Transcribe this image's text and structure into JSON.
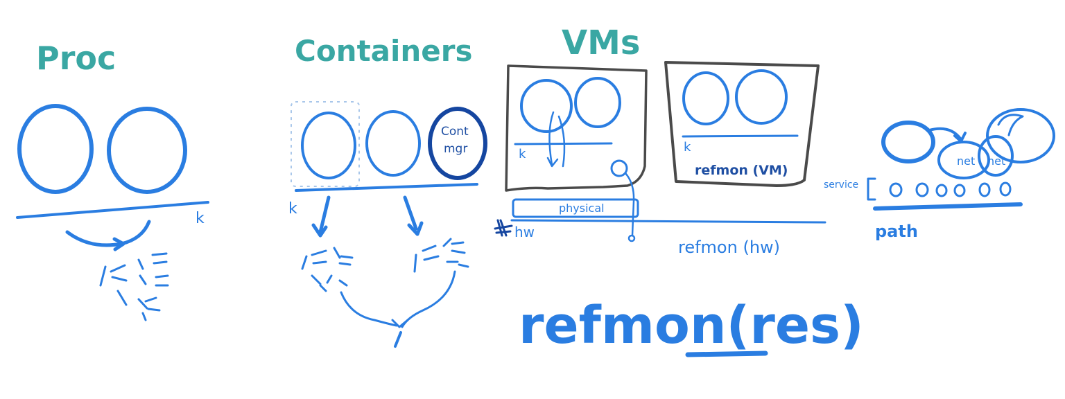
{
  "titles": {
    "proc": "Proc",
    "containers": "Containers",
    "vms": "VMs"
  },
  "labels": {
    "proc_k": "k",
    "containers_k": "k",
    "cont_mgr": [
      "Cont",
      "mgr"
    ],
    "vm1_k": "k",
    "vm2_k": "k",
    "vm2_refmon": "refmon (VM)",
    "physical": "physical",
    "hw": "hw",
    "refmon_hw": "refmon (hw)",
    "service": "service",
    "net1": "net",
    "net2": "net",
    "path": "path",
    "refmon_res": "refmon(res)"
  },
  "colors": {
    "teal": "#3aa7a3",
    "blue": "#2a7de1",
    "dark_blue": "#1546a0",
    "gray": "#4a4a4a"
  }
}
